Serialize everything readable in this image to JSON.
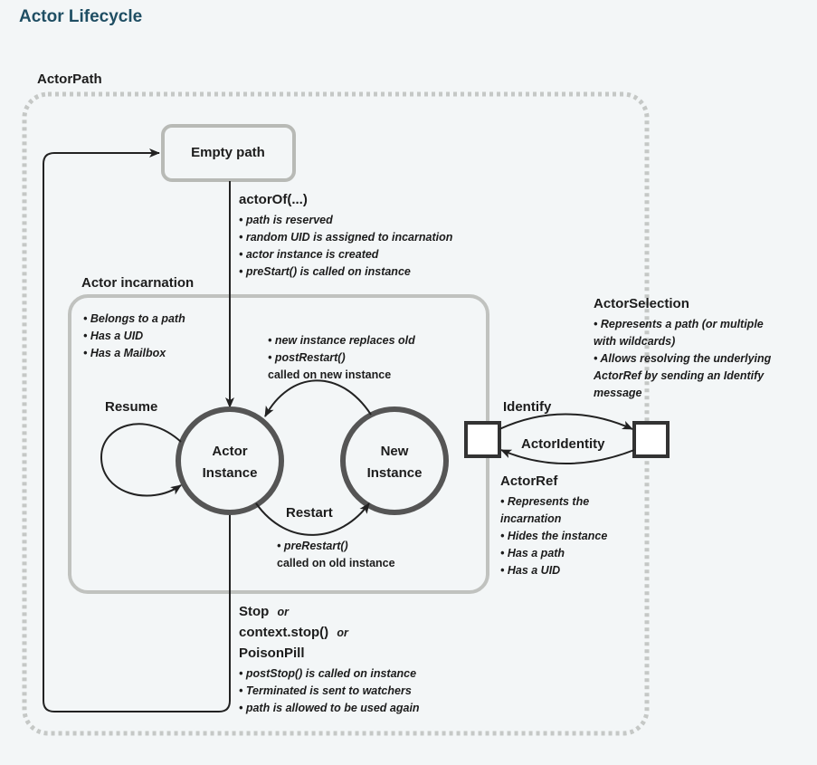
{
  "header": {
    "title": "Actor Lifecycle"
  },
  "diagram": {
    "actorpath_label": "ActorPath",
    "empty_path": "Empty path",
    "actorof": {
      "title": "actorOf(...)",
      "bullets": [
        "• path is reserved",
        "• random UID is assigned to incarnation",
        "• actor instance is created",
        "• preStart() is called on instance"
      ]
    },
    "incarnation": {
      "title": "Actor incarnation",
      "bullets": [
        "• Belongs to a path",
        "• Has a UID",
        "• Has a Mailbox"
      ]
    },
    "actor_instance": {
      "line1": "Actor",
      "line2": "Instance"
    },
    "new_instance": {
      "line1": "New",
      "line2": "Instance"
    },
    "resume_label": "Resume",
    "restart_top": {
      "bullets": [
        "• new instance replaces old",
        "• postRestart()"
      ],
      "tail": "called on new instance"
    },
    "restart_label": "Restart",
    "restart_bottom": {
      "bullet": "• preRestart()",
      "tail": "called on old instance"
    },
    "stop": {
      "line1_bold": "Stop",
      "line1_or": "or",
      "line2_bold": "context.stop()",
      "line2_or": "or",
      "line3_bold": "PoisonPill",
      "bullets": [
        "• postStop() is called on instance",
        "• Terminated is sent to watchers",
        "• path is allowed to be used again"
      ]
    },
    "identify_label": "Identify",
    "actoridentity_label": "ActorIdentity",
    "actorref": {
      "title": "ActorRef",
      "bullets": [
        "• Represents the",
        "incarnation",
        "• Hides the instance",
        "• Has a path",
        "• Has a UID"
      ]
    },
    "actorselection": {
      "title": "ActorSelection",
      "lines": [
        "• Represents a path (or multiple",
        "with wildcards)",
        "• Allows resolving the underlying",
        "ActorRef by sending an Identify",
        "message"
      ]
    }
  },
  "colors": {
    "title": "#1f4e63",
    "box_stroke": "#b8bab6",
    "circle_stroke": "#555555",
    "line": "#222222",
    "background": "#f3f6f7"
  }
}
